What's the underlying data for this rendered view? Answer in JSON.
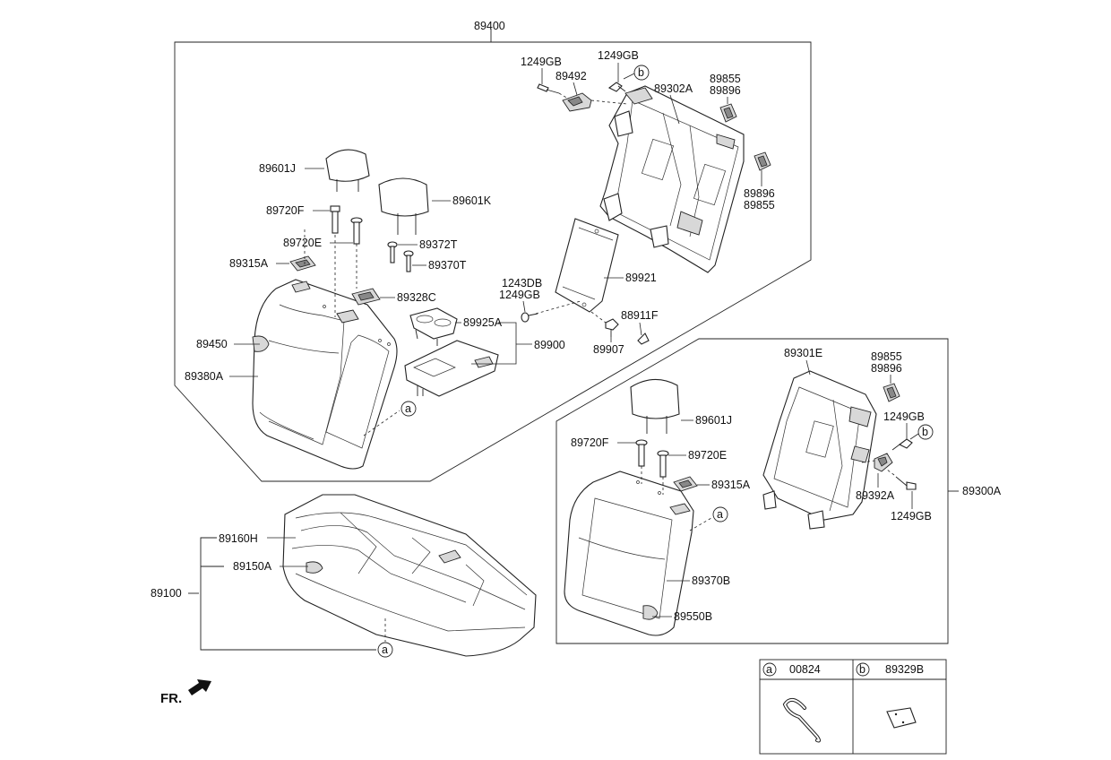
{
  "assemblies": {
    "upper_back": "89400",
    "right_back": "89300A",
    "cushion": "89100"
  },
  "labels": {
    "l_1249gb_1": "1249GB",
    "l_1249gb_2": "1249GB",
    "l_89492": "89492",
    "l_89302a": "89302A",
    "l_89855_1": "89855",
    "l_89896_1": "89896",
    "l_89896_2": "89896",
    "l_89855_2": "89855",
    "l_89601j_1": "89601J",
    "l_89601k": "89601K",
    "l_89720f_1": "89720F",
    "l_89720e_1": "89720E",
    "l_89372t": "89372T",
    "l_89370t": "89370T",
    "l_89315a_1": "89315A",
    "l_89328c": "89328C",
    "l_89925a": "89925A",
    "l_89921": "89921",
    "l_1243db": "1243DB",
    "l_1249gb_3": "1249GB",
    "l_88911f": "88911F",
    "l_89907": "89907",
    "l_89900": "89900",
    "l_89450": "89450",
    "l_89380a": "89380A",
    "l_89301e": "89301E",
    "l_89855_3": "89855",
    "l_89896_3": "89896",
    "l_1249gb_4": "1249GB",
    "l_89392a": "89392A",
    "l_1249gb_5": "1249GB",
    "l_89601j_2": "89601J",
    "l_89720f_2": "89720F",
    "l_89720e_2": "89720E",
    "l_89315a_2": "89315A",
    "l_89370b": "89370B",
    "l_89550b": "89550B",
    "l_89160h": "89160H",
    "l_89150a": "89150A"
  },
  "callouts": {
    "a": "a",
    "b": "b"
  },
  "front_indicator": "FR.",
  "legend": {
    "a_letter": "a",
    "a_part": "00824",
    "b_letter": "b",
    "b_part": "89329B"
  }
}
